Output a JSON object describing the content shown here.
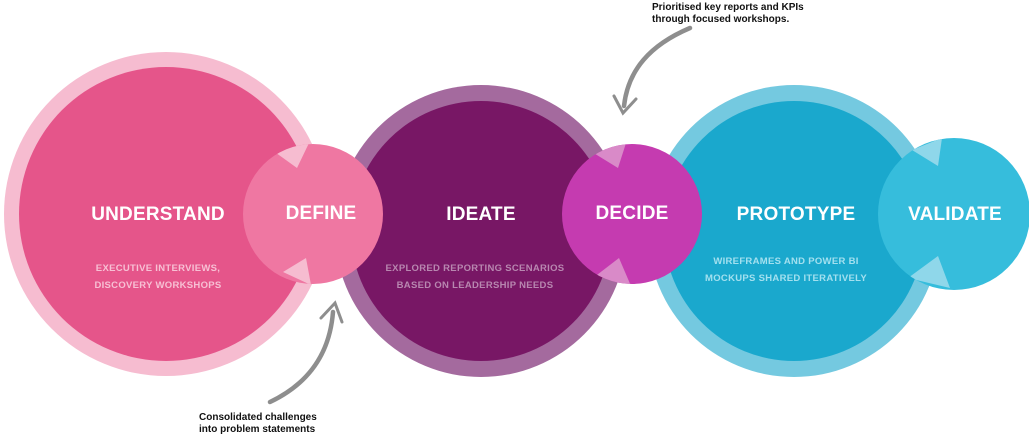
{
  "colors": {
    "understand_ring": "#f6bcd0",
    "understand_fill": "#e5558a",
    "define_fill": "#ef77a2",
    "ideate_ring": "#a46a9e",
    "ideate_fill": "#781765",
    "decide_fill": "#c53bb0",
    "prototype_ring": "#74c9e0",
    "prototype_fill": "#1aa8cd",
    "validate_fill": "#36bddc",
    "arrow": "#8e8e8e"
  },
  "stages": {
    "understand": {
      "title": "UNDERSTAND",
      "description": "EXECUTIVE INTERVIEWS,\nDISCOVERY WORKSHOPS"
    },
    "define": {
      "title": "DEFINE"
    },
    "ideate": {
      "title": "IDEATE",
      "description": "EXPLORED REPORTING SCENARIOS\nBASED ON LEADERSHIP NEEDS"
    },
    "decide": {
      "title": "DECIDE"
    },
    "prototype": {
      "title": "PROTOTYPE",
      "description": "WIREFRAMES AND POWER BI\nMOCKUPS SHARED ITERATIVELY"
    },
    "validate": {
      "title": "VALIDATE"
    }
  },
  "annotations": {
    "decide_note": "Prioritised key reports and KPIs\nthrough focused workshops.",
    "define_note": "Consolidated challenges\ninto problem statements"
  }
}
